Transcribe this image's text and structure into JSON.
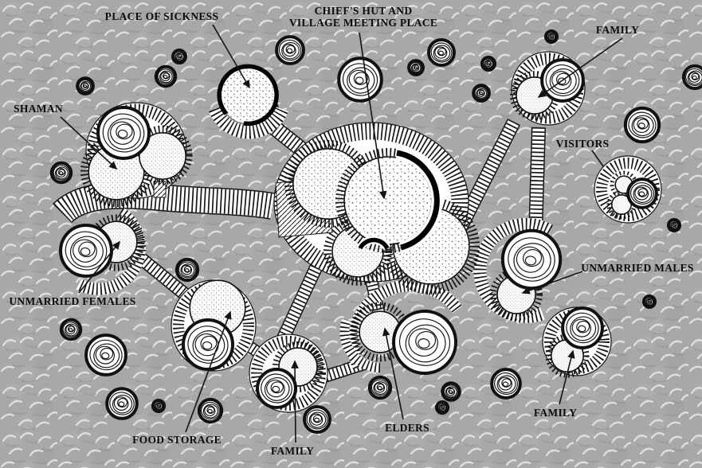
{
  "figure": {
    "type": "hand-drawn village plan map",
    "colors": {
      "background": "#a8a8a8",
      "ink": "#161616",
      "paper": "#ffffff"
    },
    "labels": {
      "place_of_sickness": "PLACE OF SICKNESS",
      "chiefs_hut_line1": "CHIEF'S HUT AND",
      "chiefs_hut_line2": "VILLAGE MEETING PLACE",
      "family_top_right": "FAMILY",
      "shaman": "SHAMAN",
      "visitors": "VISITORS",
      "unmarried_males": "UNMARRIED MALES",
      "unmarried_females": "UNMARRIED FEMALES",
      "food_storage": "FOOD STORAGE",
      "family_bottom": "FAMILY",
      "elders": "ELDERS",
      "family_bottom_right": "FAMILY"
    }
  }
}
